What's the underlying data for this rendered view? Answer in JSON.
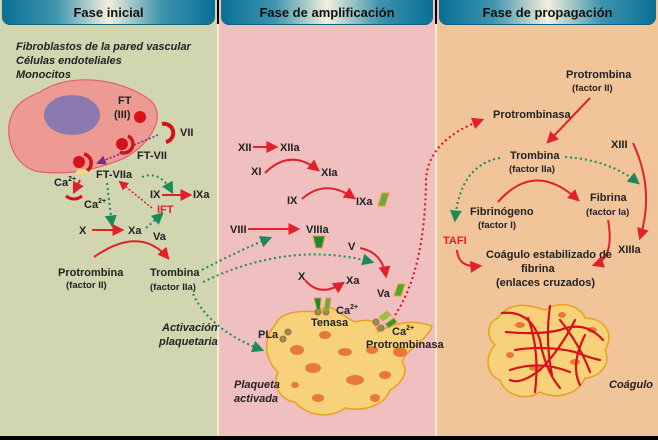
{
  "headers": {
    "initial": "Fase inicial",
    "amplification": "Fase de amplificación",
    "propagation": "Fase de propagación"
  },
  "initial_phase": {
    "cell_types": [
      "Fibroblastos de la pared vascular",
      "Células endoteliales",
      "Monocitos"
    ],
    "labels": {
      "ft": "FT",
      "ft_iii": "(III)",
      "vii": "VII",
      "ft_vii": "FT-VII",
      "ft_viia": "FT-VIIa",
      "ca1": "Ca",
      "ca2": "Ca",
      "ca_sup": "2+",
      "ix": "IX",
      "ixa": "IXa",
      "ift": "IFT",
      "x": "X",
      "xa": "Xa",
      "va": "Va",
      "protrombina": "Protrombina",
      "factor_ii": "(factor II)",
      "trombina": "Trombina",
      "factor_iia": "(factor IIa)",
      "activacion": "Activación",
      "plaquetaria": "plaquetaria"
    }
  },
  "amplification_phase": {
    "labels": {
      "xii": "XII",
      "xiia": "XIIa",
      "xi": "XI",
      "xia": "XIa",
      "ix": "IX",
      "ixa": "IXa",
      "viii": "VIII",
      "viiia": "VIIIa",
      "v": "V",
      "va": "Va",
      "x": "X",
      "xa": "Xa",
      "ca_a": "Ca",
      "ca_b": "Ca",
      "ca_sup": "2+",
      "tenasa": "Tenasa",
      "pla": "PLa",
      "protrombinasa": "Protrombinasa",
      "plaqueta": "Plaqueta",
      "activada": "activada"
    }
  },
  "propagation_phase": {
    "labels": {
      "protrombina": "Protrombina",
      "factor_ii": "(factor II)",
      "protrombinasa": "Protrombinasa",
      "trombina": "Trombina",
      "factor_iia": "(factor IIa)",
      "xiii": "XIII",
      "xiiia": "XIIIa",
      "fibrinogeno": "Fibrinógeno",
      "factor_i": "(factor I)",
      "fibrina": "Fibrina",
      "factor_ia": "(factor Ia)",
      "tafi": "TAFI",
      "coagulo_1": "Coágulo estabilizado de",
      "coagulo_2": "fibrina",
      "coagulo_3": "(enlaces cruzados)",
      "coagulo": "Coágulo"
    }
  },
  "colors": {
    "activation_arrow": "#e0202a",
    "feedback_arrow": "#1a8a5a",
    "inhibition_arrow": "#7a2a8a"
  }
}
